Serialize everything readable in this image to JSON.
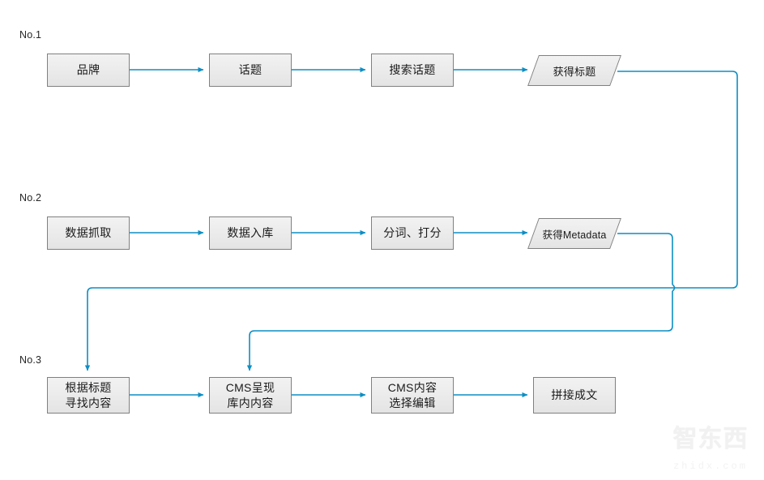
{
  "diagram": {
    "title_rows": [
      {
        "label": "No.1"
      },
      {
        "label": "No.2"
      },
      {
        "label": "No.3"
      }
    ],
    "accent_color": "#0d8ec4",
    "node_border_color": "#808080",
    "node_fill_top": "#f2f2f2",
    "node_fill_bottom": "#e4e4e4",
    "background_color": "#ffffff",
    "rows": [
      {
        "id": "row-1",
        "label": "No.1",
        "nodes": [
          {
            "id": "n1-1",
            "text": "品牌",
            "shape": "rect"
          },
          {
            "id": "n1-2",
            "text": "话题",
            "shape": "rect"
          },
          {
            "id": "n1-3",
            "text": "搜索话题",
            "shape": "rect"
          },
          {
            "id": "n1-4",
            "text": "获得标题",
            "shape": "parallelogram"
          }
        ]
      },
      {
        "id": "row-2",
        "label": "No.2",
        "nodes": [
          {
            "id": "n2-1",
            "text": "数据抓取",
            "shape": "rect"
          },
          {
            "id": "n2-2",
            "text": "数据入库",
            "shape": "rect"
          },
          {
            "id": "n2-3",
            "text": "分词、打分",
            "shape": "rect"
          },
          {
            "id": "n2-4",
            "text": "获得Metadata",
            "shape": "parallelogram"
          }
        ]
      },
      {
        "id": "row-3",
        "label": "No.3",
        "nodes": [
          {
            "id": "n3-1",
            "line1": "根据标题",
            "line2": "寻找内容",
            "shape": "rect"
          },
          {
            "id": "n3-2",
            "line1": "CMS呈现",
            "line2": "库内内容",
            "shape": "rect"
          },
          {
            "id": "n3-3",
            "line1": "CMS内容",
            "line2": "选择编辑",
            "shape": "rect"
          },
          {
            "id": "n3-4",
            "text": "拼接成文",
            "shape": "rect"
          }
        ]
      }
    ]
  },
  "watermark": {
    "main": "智东西",
    "sub": "zhidx.com"
  }
}
